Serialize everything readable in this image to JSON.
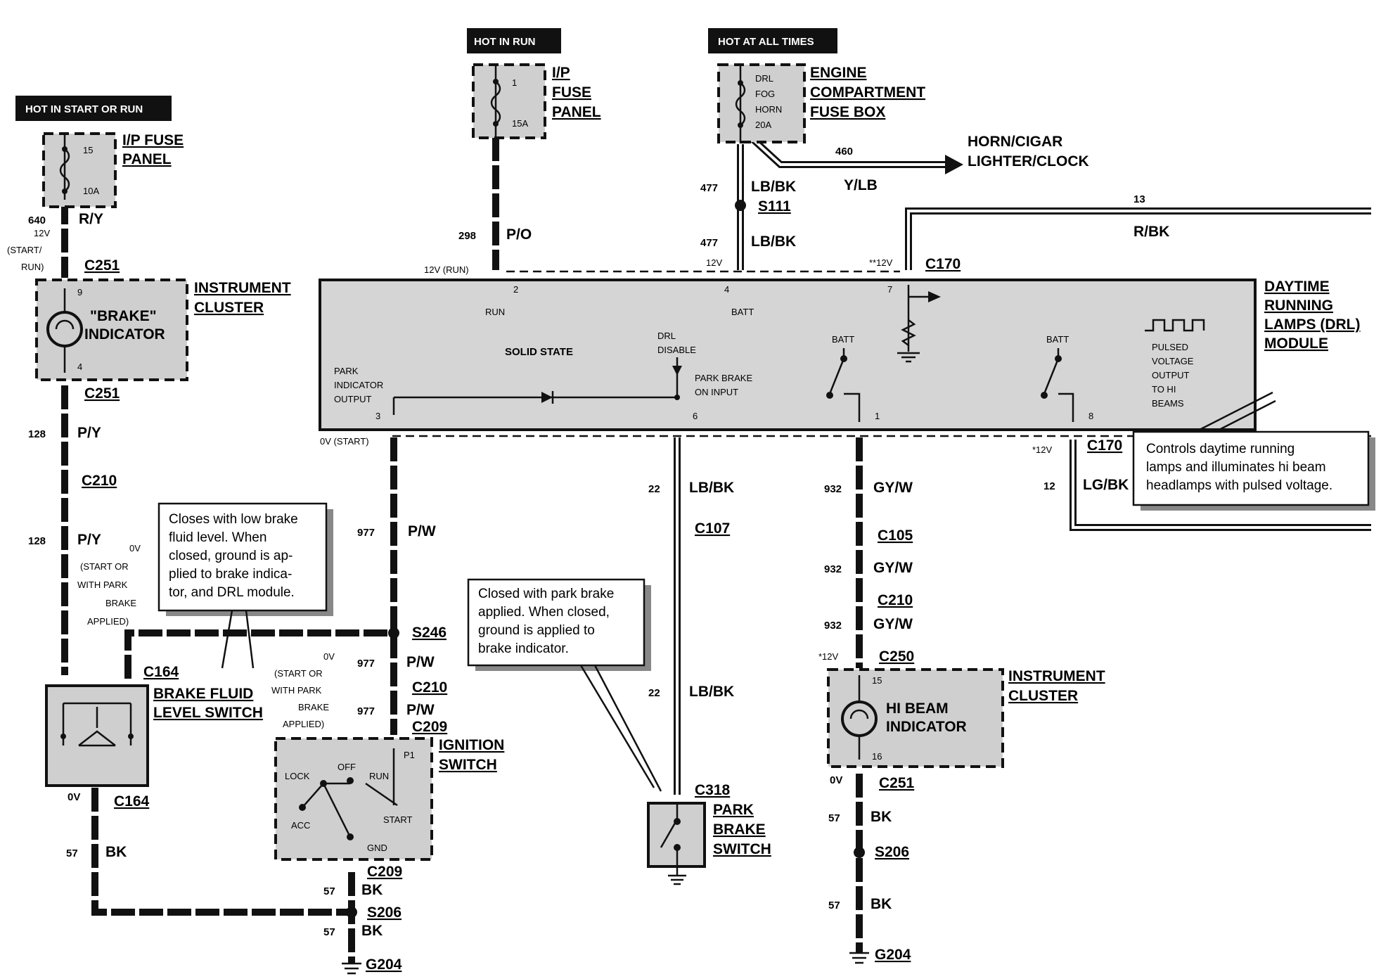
{
  "power_tags": {
    "start_run": "HOT IN START OR RUN",
    "run": "HOT IN RUN",
    "all_times": "HOT AT ALL TIMES"
  },
  "components": {
    "ip_fuse_left": {
      "line1": "I/P FUSE",
      "line2": "PANEL",
      "fuse_no": "15",
      "amps": "10A"
    },
    "ip_fuse_mid": {
      "line1": "I/P",
      "line2": "FUSE",
      "line3": "PANEL",
      "fuse_no": "1",
      "amps": "15A"
    },
    "engine_fuse_box": {
      "line1": "ENGINE",
      "line2": "COMPARTMENT",
      "line3": "FUSE BOX",
      "f1": "DRL",
      "f2": "FOG",
      "f3": "HORN",
      "amps": "20A"
    },
    "cluster_left": {
      "line1": "INSTRUMENT",
      "line2": "CLUSTER",
      "indicator1": "\"BRAKE\"",
      "indicator2": "INDICATOR",
      "pin_top": "9",
      "pin_bot": "4"
    },
    "drl_module": {
      "line1": "DAYTIME",
      "line2": "RUNNING",
      "line3": "LAMPS (DRL)",
      "line4": "MODULE",
      "solid_state": "SOLID STATE",
      "run": "RUN",
      "batt": "BATT",
      "batt2": "BATT",
      "batt3": "BATT",
      "drl1": "DRL",
      "drl2": "DISABLE",
      "park_ind1": "PARK",
      "park_ind2": "INDICATOR",
      "park_ind3": "OUTPUT",
      "pb_in1": "PARK BRAKE",
      "pb_in2": "ON INPUT",
      "pulsed1": "PULSED",
      "pulsed2": "VOLTAGE",
      "pulsed3": "OUTPUT",
      "pulsed4": "TO HI",
      "pulsed5": "BEAMS",
      "pin2": "2",
      "pin4": "4",
      "pin7": "7",
      "pin3": "3",
      "pin6": "6",
      "pin1": "1",
      "pin8": "8"
    },
    "brake_fluid_switch": {
      "line1": "BRAKE FLUID",
      "line2": "LEVEL SWITCH"
    },
    "ignition_switch": {
      "line1": "IGNITION",
      "line2": "SWITCH",
      "lock": "LOCK",
      "off": "OFF",
      "run": "RUN",
      "acc": "ACC",
      "start": "START",
      "gnd": "GND",
      "p1": "P1"
    },
    "park_brake_switch": {
      "line1": "PARK",
      "line2": "BRAKE",
      "line3": "SWITCH"
    },
    "cluster_right": {
      "line1": "INSTRUMENT",
      "line2": "CLUSTER",
      "indicator1": "HI BEAM",
      "indicator2": "INDICATOR",
      "pin_top": "15",
      "pin_bot": "16"
    }
  },
  "labels": {
    "w640": "640",
    "ry": "R/Y",
    "v12": "12V",
    "start_run_a": "(START/",
    "start_run_b": "RUN)",
    "c251a": "C251",
    "c251b": "C251",
    "w128a": "128",
    "py_a": "P/Y",
    "c210a": "C210",
    "w128b": "128",
    "py_b": "P/Y",
    "ov_note": [
      "0V",
      "(START OR",
      "WITH PARK",
      "BRAKE",
      "APPLIED)"
    ],
    "c164a": "C164",
    "c164b": "C164",
    "dv": "0V",
    "w57a": "57",
    "bk_a": "BK",
    "w298": "298",
    "po": "P/O",
    "v12run": "12V (RUN)",
    "ov_start": "0V (START)",
    "w977a": "977",
    "pw_a": "P/W",
    "s246": "S246",
    "ov_note2": [
      "0V",
      "(START OR",
      "WITH PARK",
      "BRAKE",
      "APPLIED)"
    ],
    "w977b": "977",
    "pw_b": "P/W",
    "c210b": "C210",
    "w977c": "977",
    "pw_c": "P/W",
    "c209a": "C209",
    "c209b": "C209",
    "w57b": "57",
    "bk_b": "BK",
    "s206a": "S206",
    "w57c": "57",
    "bk_c": "BK",
    "g204a": "G204",
    "w477a": "477",
    "lbbk_a": "LB/BK",
    "s111": "S111",
    "w477b": "477",
    "lbbk_b": "LB/BK",
    "v12b": "12V",
    "w460": "460",
    "ylb": "Y/LB",
    "horn1": "HORN/CIGAR",
    "horn2": "LIGHTER/CLOCK",
    "w13": "13",
    "rbk": "R/BK",
    "v12c": "**12V",
    "c170a": "C170",
    "w22a": "22",
    "lbbk_c": "LB/BK",
    "c107": "C107",
    "w22b": "22",
    "lbbk_d": "LB/BK",
    "c318": "C318",
    "w932a": "932",
    "gyw_a": "GY/W",
    "c105": "C105",
    "w932b": "932",
    "gyw_b": "GY/W",
    "c210c": "C210",
    "w932c": "932",
    "gyw_c": "GY/W",
    "v12d": "*12V",
    "c250": "C250",
    "ov_c251": "0V",
    "c251c": "C251",
    "w57d": "57",
    "bk_d": "BK",
    "s206b": "S206",
    "w57e": "57",
    "bk_e": "BK",
    "g204b": "G204",
    "v12e": "*12V",
    "c170b": "C170",
    "w12": "12",
    "lgbk": "LG/BK"
  },
  "notes": {
    "brake_fluid": [
      "Closes with low brake",
      "fluid level.  When",
      "closed, ground is ap-",
      "plied to brake indica-",
      "tor, and DRL module."
    ],
    "park_brake": [
      "Closed with park brake",
      "applied.  When closed,",
      "ground is applied to",
      "brake indicator."
    ],
    "drl": [
      "Controls daytime running",
      "lamps and illuminates hi beam",
      "headlamps with pulsed voltage."
    ]
  }
}
